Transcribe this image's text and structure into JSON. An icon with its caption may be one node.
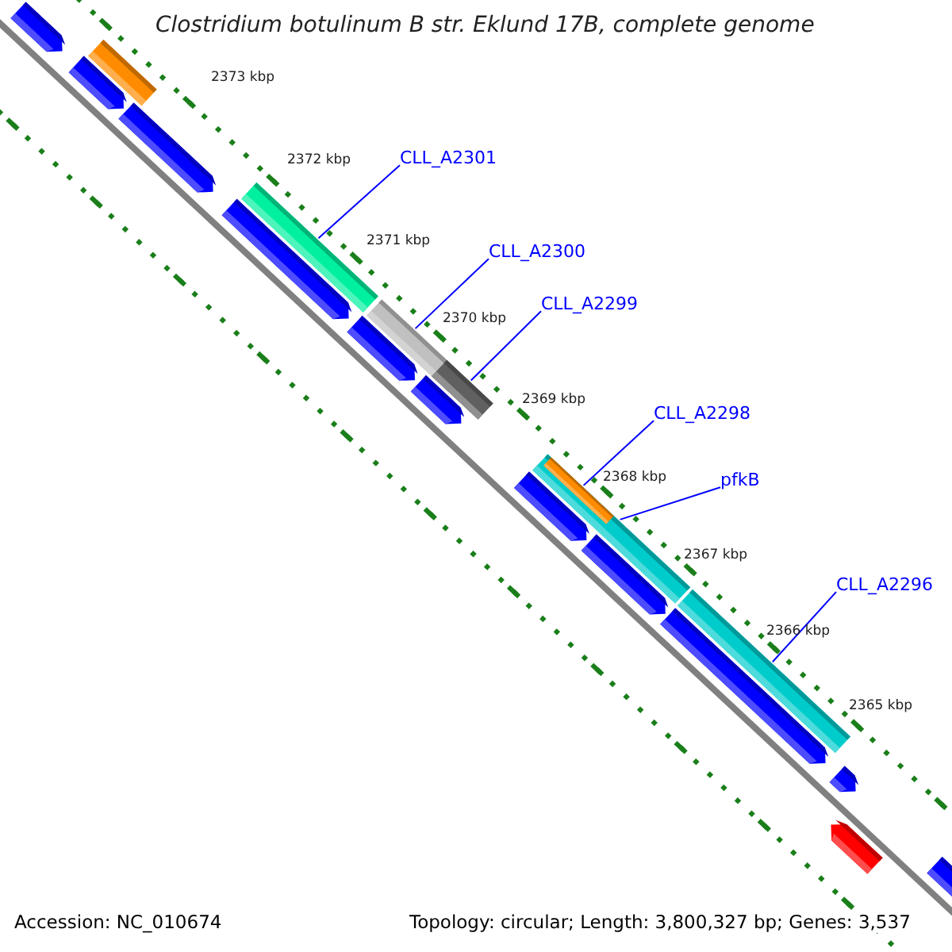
{
  "diagram": {
    "title": "Clostridium botulinum B str. Eklund 17B, complete genome",
    "nodes": [
      {
        "text": [],
        "shape": "bar"
      },
      {
        "text": [],
        "shape": "bar"
      },
      {
        "text": [],
        "shape": "bar"
      },
      {
        "text": [],
        "shape": "bar"
      },
      {
        "text": [
          "CLL_A2301"
        ]
      },
      {
        "text": [],
        "shape": "bar"
      },
      {
        "text": [],
        "shape": "bar"
      },
      {
        "text": [
          "CLL_A2300"
        ]
      },
      {
        "text": [],
        "shape": "bar"
      },
      {
        "text": [],
        "shape": "bar"
      },
      {
        "text": [
          "CLL_A2299"
        ]
      },
      {
        "text": [],
        "shape": "bar"
      },
      {
        "text": [],
        "shape": "bar"
      },
      {
        "text": [
          "CLL_A2298"
        ]
      },
      {
        "text": [
          "pfkB"
        ]
      },
      {
        "text": [],
        "shape": "bar"
      },
      {
        "text": [],
        "shape": "bar",
        "in": 15
      },
      {
        "text": [],
        "shape": "bar"
      },
      {
        "text": [],
        "shape": "bar"
      },
      {
        "text": [
          "CLL_A2296"
        ]
      },
      {
        "text": [],
        "shape": "bar"
      },
      {
        "text": [],
        "shape": "bar"
      },
      {
        "text": [],
        "shape": "bar"
      },
      {
        "text": [],
        "shape": "bar"
      },
      {
        "text": [],
        "shape": "bar"
      }
    ],
    "edges": [
      {
        "from": 4,
        "to": 5,
        "arrow": "none"
      },
      {
        "from": 7,
        "to": 8,
        "arrow": "none"
      },
      {
        "from": 10,
        "to": 11,
        "arrow": "none"
      },
      {
        "from": 13,
        "to": 16,
        "arrow": "none"
      },
      {
        "from": 14,
        "to": 15,
        "arrow": "none"
      },
      {
        "from": 19,
        "to": 20,
        "arrow": "none"
      }
    ],
    "labels": [
      "2373 kbp",
      "2372 kbp",
      "2371 kbp",
      "2370 kbp",
      "2369 kbp",
      "2368 kbp",
      "2367 kbp",
      "2366 kbp",
      "2365 kbp",
      "Accession: NC_010674",
      "Topology: circular; Length: 3,800,327 bp; Genes: 3,537"
    ]
  }
}
